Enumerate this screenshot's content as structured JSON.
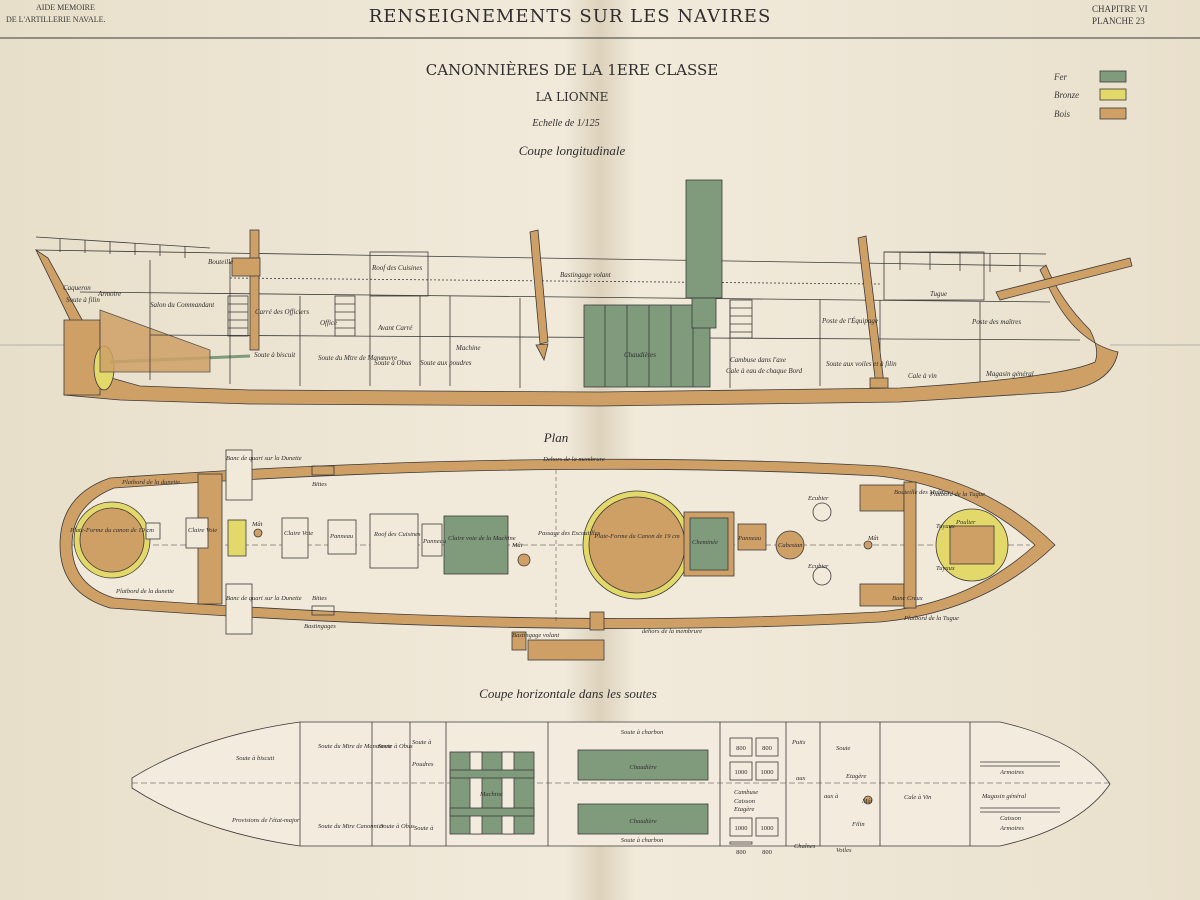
{
  "header": {
    "left_line1": "AIDE MEMOIRE",
    "left_line2": "DE L'ARTILLERIE NAVALE.",
    "title": "RENSEIGNEMENTS SUR LES NAVIRES",
    "chapter": "CHAPITRE VI",
    "planche": "PLANCHE 23"
  },
  "ship": {
    "class_title": "CANONNIÈRES DE LA 1ERE CLASSE",
    "name": "LA LIONNE",
    "scale": "Echelle de 1/125"
  },
  "legend": {
    "items": [
      {
        "label": "Fer",
        "color": "#7f9b7c"
      },
      {
        "label": "Bronze",
        "color": "#e3d86a"
      },
      {
        "label": "Bois",
        "color": "#cfa066"
      }
    ]
  },
  "colors": {
    "paper": "#efe7d4",
    "wood": "#cfa066",
    "wood_dark": "#a97a45",
    "iron": "#7f9b7c",
    "bronze": "#e3d86a",
    "ink": "#3c3a3a"
  },
  "sections": {
    "longitudinal": {
      "title": "Coupe longitudinale",
      "labels": {
        "caqueron": "Caqueron",
        "armoire": "Armoire",
        "soute_filin": "Soute à filin",
        "salon": "Salon du Commandant",
        "bouteille": "Bouteille",
        "roof_cuisines": "Roof des Cuisines",
        "bastingage_volant": "Bastingage volant",
        "carre_officiers": "Carré des Officiers",
        "avant_carre": "Avant Carré",
        "office": "Office",
        "soute_biscuit": "Soute à biscuit",
        "soute_manoeuvre": "Soute du Mtre de Manœuvre",
        "soute_obus": "Soute à Obus",
        "soute_poudres": "Soute aux poudres",
        "machine": "Machine",
        "chaudieres": "Chaudières",
        "cambuse": "Cambuse dans l'axe",
        "cale_eau": "Cale à eau de chaque Bord",
        "soute_voiles": "Soute aux voiles et à filin",
        "cale_vin": "Cale à vin",
        "magasin_general": "Magasin général",
        "poste_equipage": "Poste de l'Équipage",
        "poste_maitres": "Poste des maîtres",
        "tugue": "Tugue"
      }
    },
    "plan": {
      "title": "Plan",
      "labels": {
        "dehors_membrure_top": "Dehors de la membrure",
        "dehors_membrure_bottom": "dehors de la membrure",
        "platbord_dunette_top": "Platbord de la dunette",
        "platbord_dunette_bottom": "Platbord de la dunette",
        "platbord_tugue_top": "Platbord de la Tugue",
        "platbord_tugue_bottom": "Platbord de la Tugue",
        "banc_quart_top": "Banc de quart sur la Dunette",
        "banc_quart_bottom": "Banc de quart sur la Dunette",
        "bittes_top": "Bittes",
        "bittes_bottom": "Bittes",
        "plate_forme_aft": "Plate-Forme du canon de 19 cm",
        "claire_voie_aft": "Claire Voie",
        "mat_aft": "Mât",
        "claire_voie_2": "Claire Voie",
        "panneau_1": "Panneau",
        "roof_cuisines": "Roof des Cuisines",
        "panneau_2": "Panneau",
        "claire_voie_machine": "Claire voie de la Machine",
        "mat_mid": "Mât",
        "passage_escoutilles": "Passage des Escoutilles",
        "plate_forme_mid": "Plate-Forme du Canon de 19 cm",
        "cheminee": "Cheminée",
        "panneau_3": "Panneau",
        "cabestan": "Cabestan",
        "mat_fwd": "Mât",
        "ecubier_1": "Ecubier",
        "ecubier_2": "Ecubier",
        "bouteille_maitres": "Bouteille des Maîtres",
        "tuyaux_1": "Tuyaux",
        "tuyaux_2": "Tuyaux",
        "poulier": "Poulier",
        "banc_ceux": "Banc Creux",
        "bastingages": "Bastingages",
        "bastingage_volant": "Bastingage volant"
      }
    },
    "horizontal": {
      "title": "Coupe horizontale dans les soutes",
      "labels": {
        "soute_biscuit": "Soute à biscuit",
        "soute_manoeuvre": "Soute du Mtre de Manœuvre",
        "soute_obus_1": "Soute à Obus",
        "soute_a": "Soute à",
        "poudres": "Poudres",
        "provisions": "Provisions de l'état-major",
        "soute_canonnier": "Soute du Mtre Canonnier",
        "soute_obus_2": "Soute à Obus",
        "soute_b": "Soute à",
        "machine": "Machine",
        "soute_charbon_top": "Soute à charbon",
        "soute_charbon_bottom": "Soute à charbon",
        "chaudiere_1": "Chaudière",
        "chaudiere_2": "Chaudière",
        "cambuse": "Cambuse",
        "caisson": "Caisson",
        "etagere": "Etagère",
        "puits": "Puits",
        "aux": "aux",
        "soute": "Soute",
        "etagere_2": "Etagère",
        "aux_vin": "aux à",
        "cale_vin": "Cale à Vin",
        "mat": "Mât",
        "magasin_general": "Magasin général",
        "armoires_1": "Armoires",
        "armoires_2": "Armoires",
        "caisson_2": "Caisson",
        "filin": "Filin",
        "chaines": "Chaînes",
        "voiles": "Voiles",
        "caisses": [
          "800",
          "800",
          "1000",
          "1000",
          "1000",
          "1000",
          "800",
          "800"
        ]
      }
    }
  }
}
